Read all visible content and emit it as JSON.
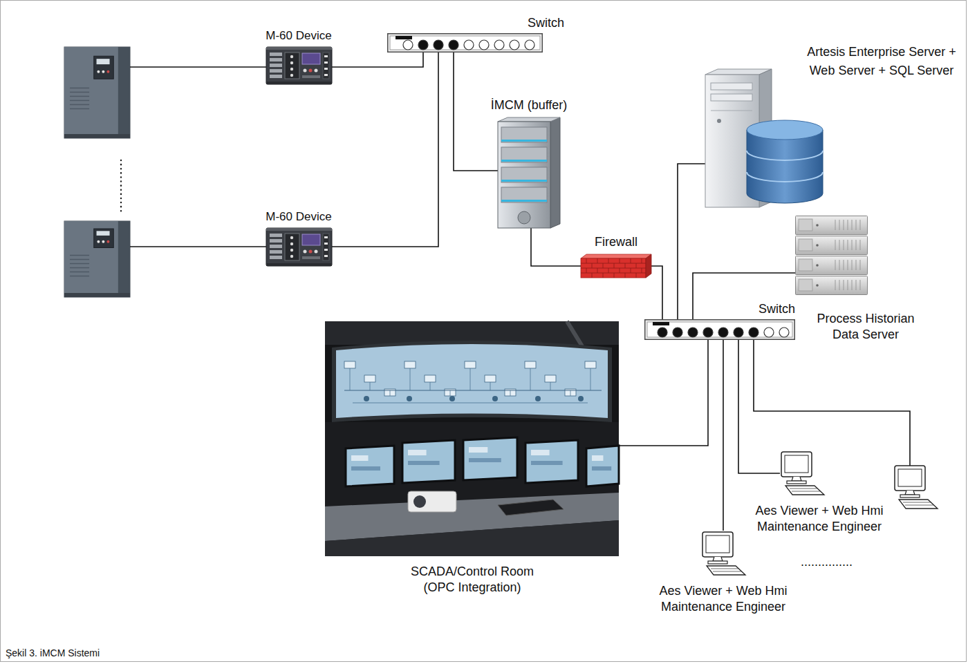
{
  "diagram": {
    "caption": "Şekil 3. iMCM Sistemi",
    "nodes": [
      {
        "text": [
          "Switch"
        ]
      },
      {
        "text": [
          "M-60 Device"
        ]
      },
      {
        "text": [
          "M-60 Device"
        ]
      },
      {
        "text": [
          "İMCM (buffer)"
        ]
      },
      {
        "text": [
          "Artesis Enterprise Server + Web Server + SQL Server"
        ]
      },
      {
        "text": [
          "Firewall"
        ]
      },
      {
        "text": [
          "Switch"
        ]
      },
      {
        "text": [
          "Process Historian Data Server"
        ]
      },
      {
        "text": [
          "SCADA/Control Room (OPC Integration)"
        ]
      },
      {
        "text": [
          "Aes Viewer + Web Hmi Maintenance Engineer"
        ]
      },
      {
        "text": [
          "Aes Viewer + Web Hmi Maintenance Engineer"
        ]
      }
    ],
    "edges": [
      {
        "from": 1,
        "to": 0,
        "arrow": "none"
      },
      {
        "from": 2,
        "to": 0,
        "arrow": "none"
      },
      {
        "from": 0,
        "to": 3,
        "arrow": "none"
      },
      {
        "from": 3,
        "to": 5,
        "arrow": "none"
      },
      {
        "from": 5,
        "to": 6,
        "arrow": "none"
      },
      {
        "from": 6,
        "to": 4,
        "arrow": "none"
      },
      {
        "from": 6,
        "to": 7,
        "arrow": "none"
      },
      {
        "from": 6,
        "to": 8,
        "arrow": "none"
      },
      {
        "from": 6,
        "to": 9,
        "arrow": "none"
      },
      {
        "from": 6,
        "to": 10,
        "arrow": "none"
      }
    ],
    "labels": [
      "..............."
    ]
  }
}
